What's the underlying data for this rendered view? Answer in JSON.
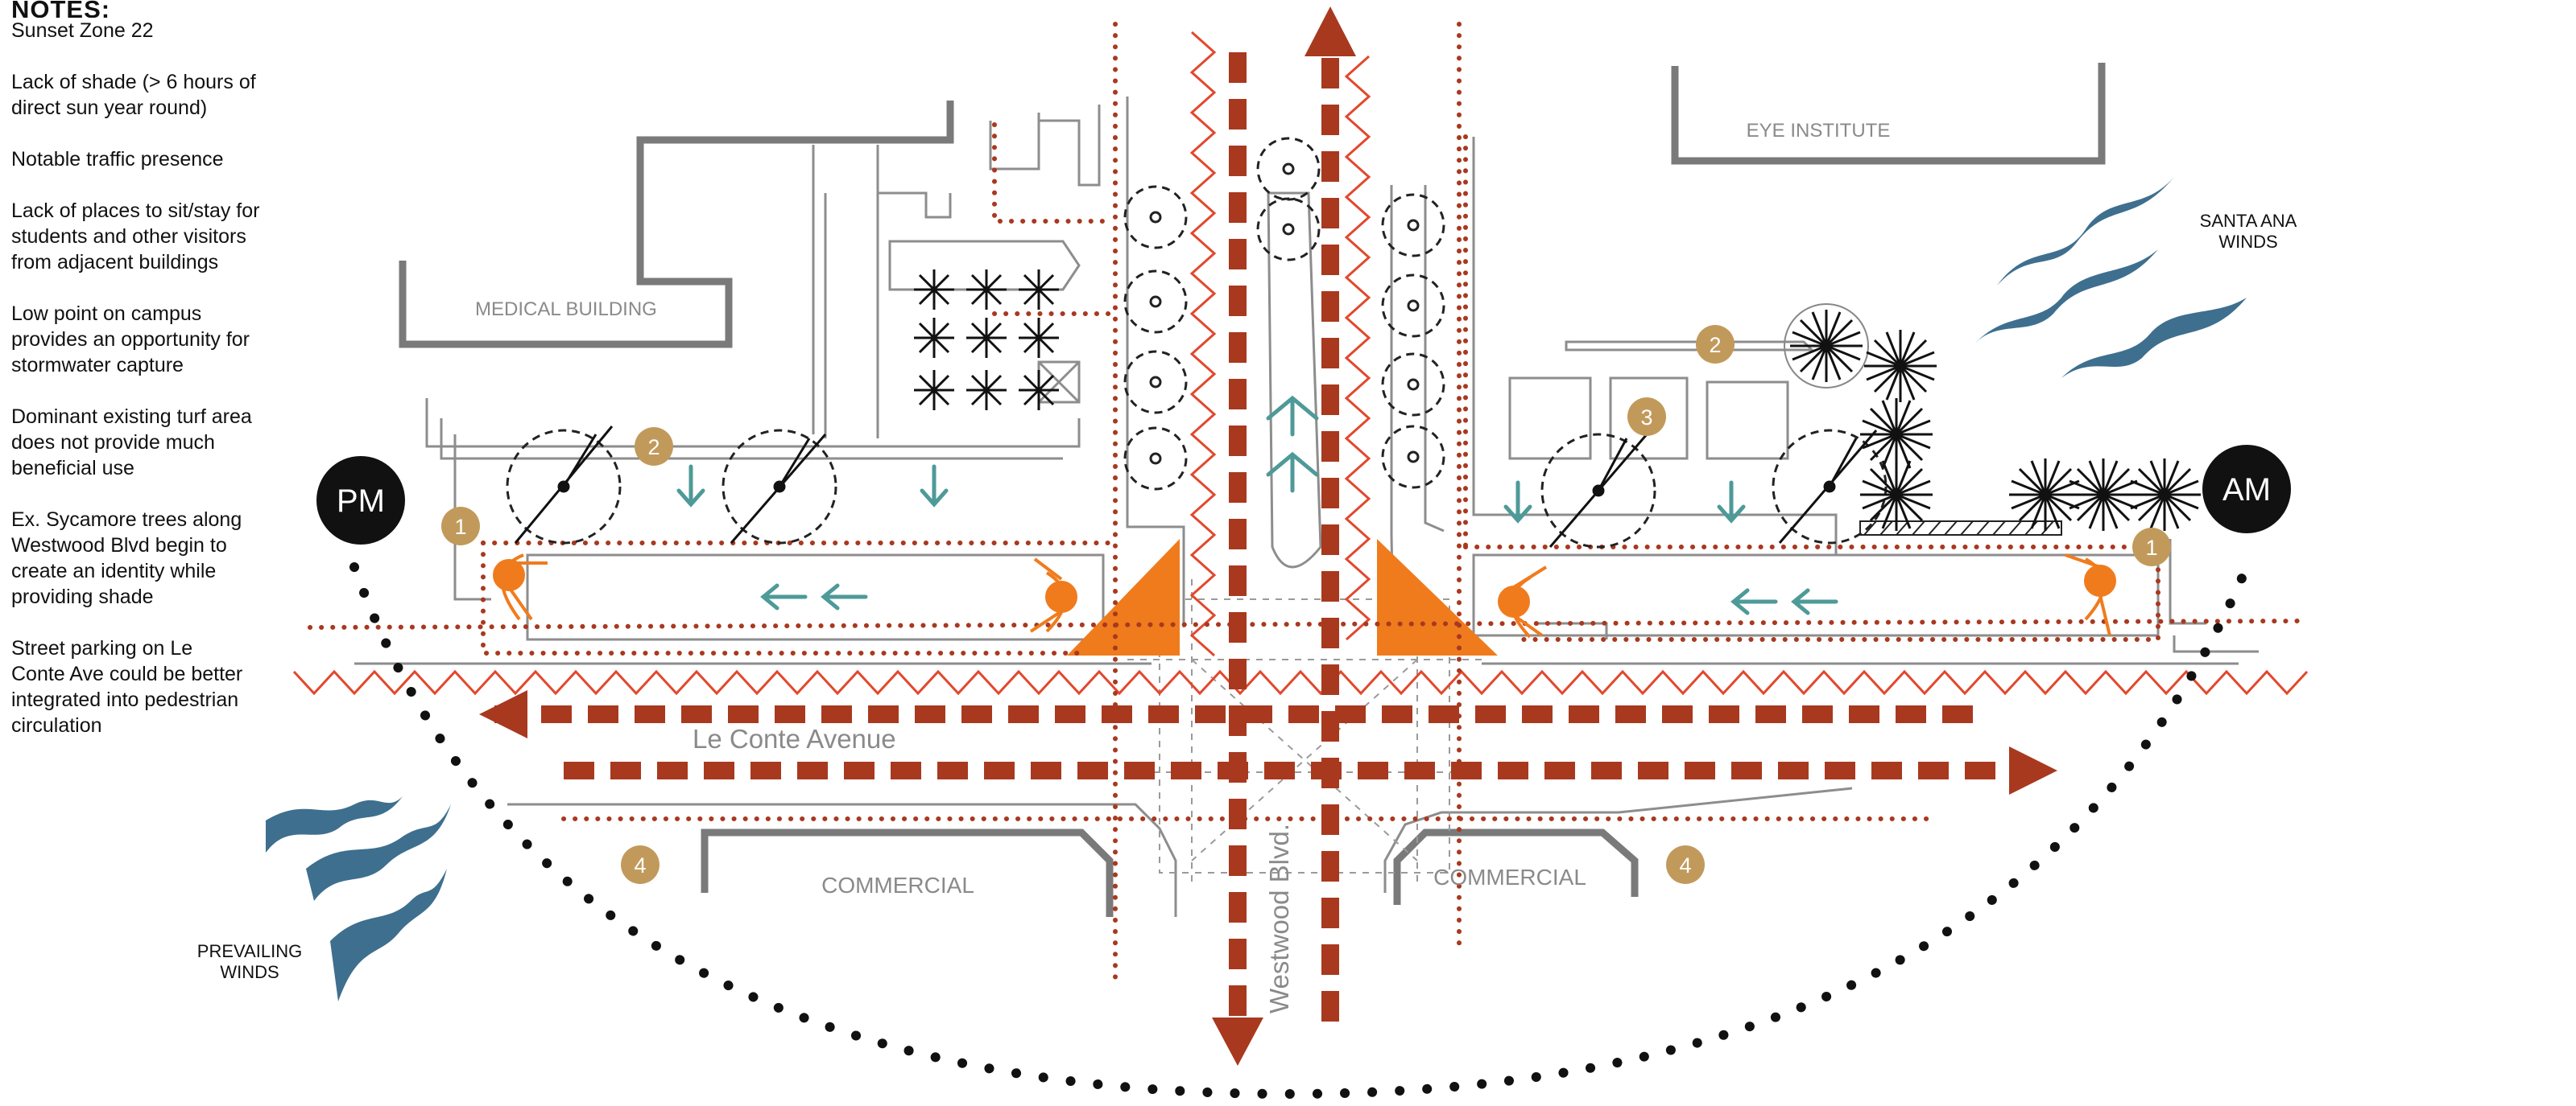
{
  "notes": {
    "heading": "NOTES:",
    "zone": "Sunset Zone 22",
    "items": [
      [
        "Lack of shade (> 6 hours of",
        "direct sun year round)"
      ],
      [
        "Notable traffic presence"
      ],
      [
        "Lack of places to sit/stay for",
        "students and other visitors",
        "from adjacent buildings"
      ],
      [
        "Low point on campus",
        "provides an opportunity for",
        "stormwater capture"
      ],
      [
        "Dominant existing turf area",
        "does not provide much",
        "beneficial use"
      ],
      [
        "Ex. Sycamore trees along",
        "Westwood Blvd begin to",
        "create an identity while",
        "providing shade"
      ],
      [
        "Street parking on Le",
        "Conte Ave could be better",
        "integrated into pedestrian",
        "circulation"
      ]
    ]
  },
  "labels": {
    "medical_building": "MEDICAL  BUILDING",
    "eye_institute": "EYE  INSTITUTE",
    "commercial_left": "COMMERCIAL",
    "commercial_right": "COMMERCIAL",
    "le_conte": "Le   Conte   Avenue",
    "westwood": "Westwood   Blvd.",
    "santa_ana_1": "SANTA ANA",
    "santa_ana_2": "WINDS",
    "prevailing_1": "PREVAILING",
    "prevailing_2": "WINDS",
    "pm": "PM",
    "am": "AM"
  },
  "markers": [
    {
      "id": "m1-left",
      "num": "1"
    },
    {
      "id": "m2-left",
      "num": "2"
    },
    {
      "id": "m4-left",
      "num": "4"
    },
    {
      "id": "m2-right",
      "num": "2"
    },
    {
      "id": "m3-right",
      "num": "3"
    },
    {
      "id": "m1-right",
      "num": "1"
    },
    {
      "id": "m4-right",
      "num": "4"
    }
  ],
  "colors": {
    "circulation": "#a8391f",
    "accent_orange": "#f07b1d",
    "marker_tan": "#c19a5b",
    "teal_arrow": "#4e9a98",
    "wind_blue": "#3e6f8e",
    "building_gray": "#7a7a7a"
  }
}
